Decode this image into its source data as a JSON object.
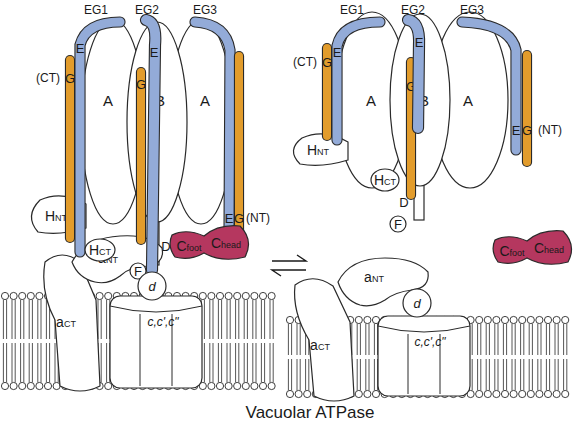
{
  "diagram": {
    "caption": "Vacuolar ATPase",
    "nodes": [
      {
        "text": [
          "E"
        ]
      },
      {
        "text": [
          "G"
        ]
      },
      {
        "text": [
          "A"
        ]
      },
      {
        "text": [
          "B"
        ]
      },
      {
        "text": [
          "A"
        ]
      },
      {
        "text": [
          "E"
        ]
      },
      {
        "text": [
          "G"
        ]
      },
      {
        "text": [
          "E"
        ]
      },
      {
        "text": [
          "G"
        ]
      },
      {
        "text": [
          "HNT"
        ]
      },
      {
        "text": [
          "HCT"
        ]
      },
      {
        "text": [
          "D"
        ]
      },
      {
        "text": [
          "F"
        ]
      },
      {
        "text": [
          "Cfoot",
          "Chead"
        ]
      },
      {
        "text": [
          "aNT"
        ]
      },
      {
        "text": [
          "aCT"
        ]
      },
      {
        "text": [
          "d"
        ]
      },
      {
        "text": [
          "c,c',c\""
        ]
      },
      {
        "text": [
          "E"
        ]
      },
      {
        "text": [
          "G"
        ]
      },
      {
        "text": [
          "A"
        ]
      },
      {
        "text": [
          "B"
        ]
      },
      {
        "text": [
          "A"
        ]
      },
      {
        "text": [
          "E"
        ]
      },
      {
        "text": [
          "G"
        ]
      },
      {
        "text": [
          "E"
        ]
      },
      {
        "text": [
          "G"
        ]
      },
      {
        "text": [
          "HNT"
        ]
      },
      {
        "text": [
          "HCT"
        ]
      },
      {
        "text": [
          "D"
        ]
      },
      {
        "text": [
          "F"
        ]
      },
      {
        "text": [
          "Cfoot",
          "Chead"
        ]
      },
      {
        "text": [
          "aNT"
        ]
      },
      {
        "text": [
          "aCT"
        ]
      },
      {
        "text": [
          "d"
        ]
      },
      {
        "text": [
          "c,c',c\""
        ]
      }
    ],
    "labels": [
      "EG1",
      "EG2",
      "EG3",
      "(CT)",
      "(NT)",
      "EG1",
      "EG2",
      "EG3",
      "(CT)",
      "(NT)"
    ]
  }
}
